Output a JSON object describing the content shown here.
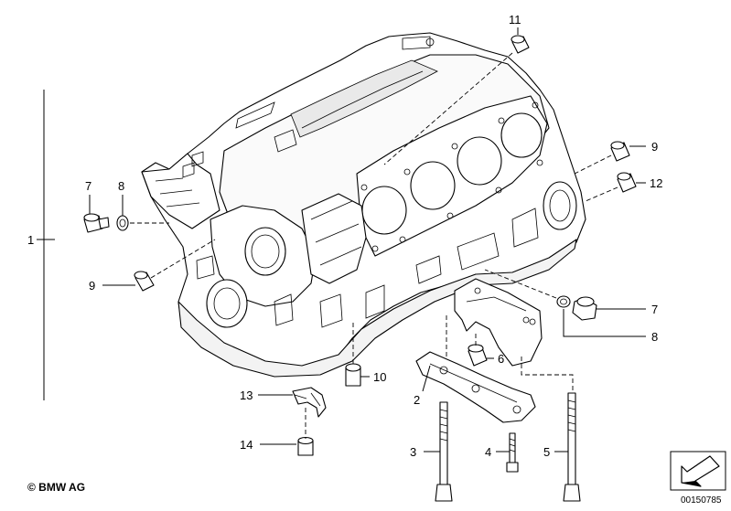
{
  "callouts": [
    {
      "id": "c1",
      "text": "1"
    },
    {
      "id": "c2",
      "text": "2"
    },
    {
      "id": "c3",
      "text": "3"
    },
    {
      "id": "c4",
      "text": "4"
    },
    {
      "id": "c5",
      "text": "5"
    },
    {
      "id": "c6",
      "text": "6"
    },
    {
      "id": "c7a",
      "text": "7"
    },
    {
      "id": "c7b",
      "text": "7"
    },
    {
      "id": "c8a",
      "text": "8"
    },
    {
      "id": "c8b",
      "text": "8"
    },
    {
      "id": "c9a",
      "text": "9"
    },
    {
      "id": "c9b",
      "text": "9"
    },
    {
      "id": "c10",
      "text": "10"
    },
    {
      "id": "c11",
      "text": "11"
    },
    {
      "id": "c12",
      "text": "12"
    },
    {
      "id": "c13",
      "text": "13"
    },
    {
      "id": "c14",
      "text": "14"
    }
  ],
  "footer": {
    "copyright": "© BMW AG",
    "image_number": "00150785"
  },
  "icons": {
    "nav_arrow": "arrow-down-left-icon"
  }
}
